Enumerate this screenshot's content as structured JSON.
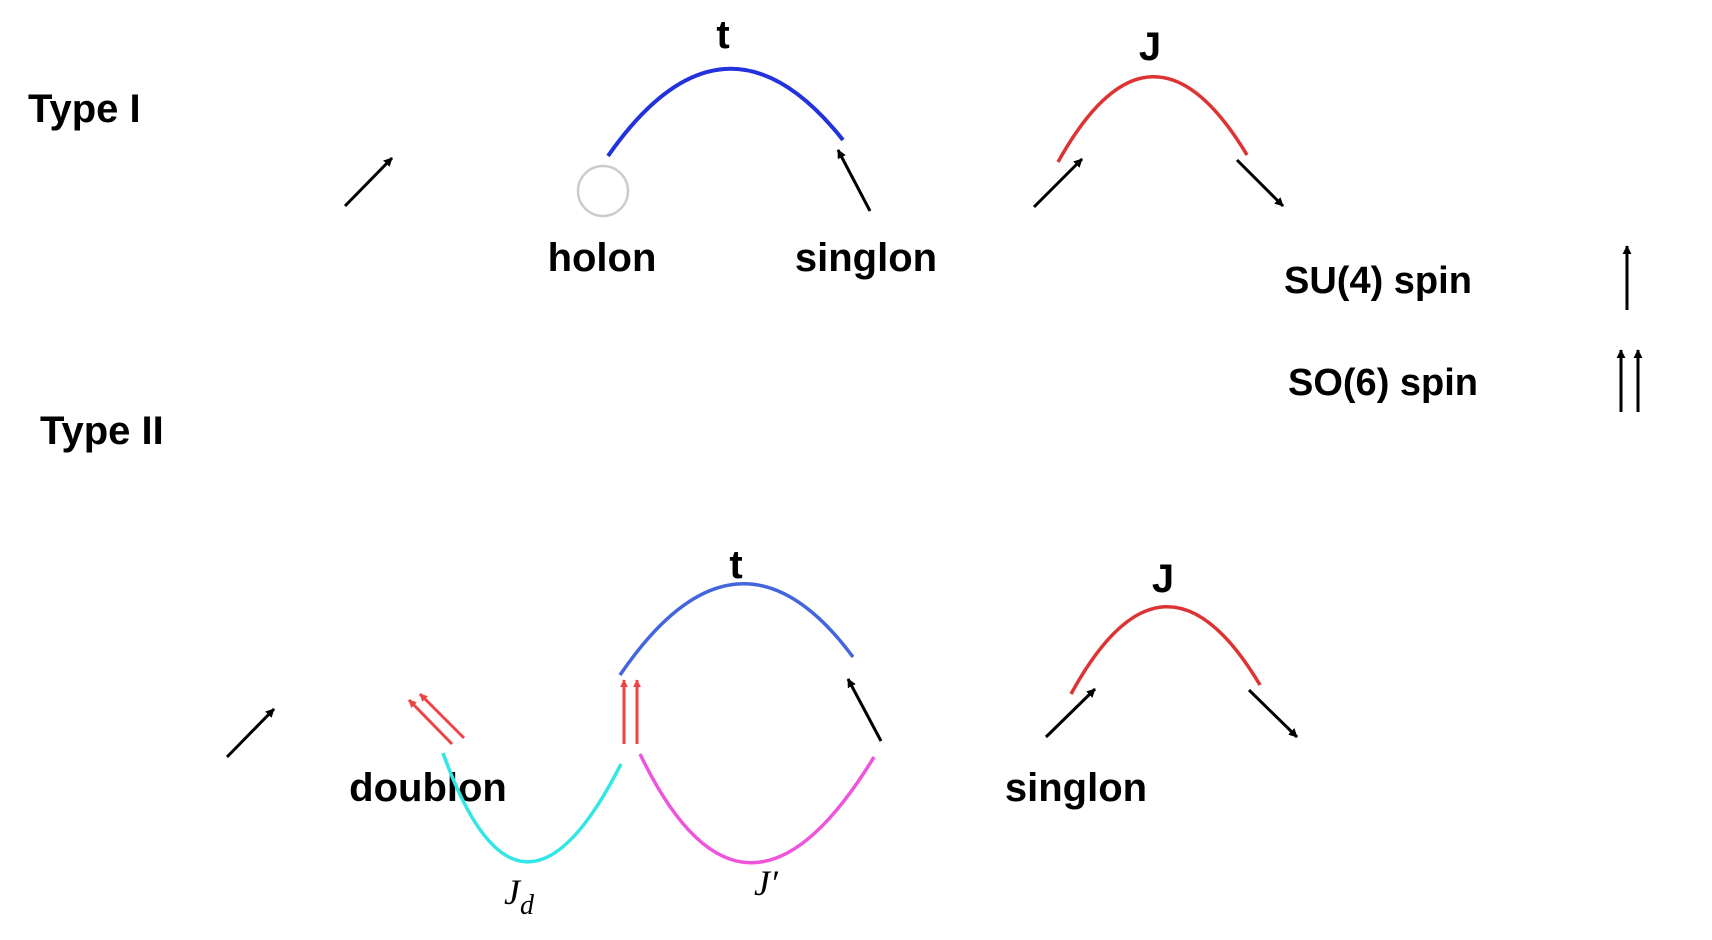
{
  "type1": {
    "title": "Type I",
    "hop_label": "t",
    "exchange_label": "J",
    "holon_label": "holon",
    "singlon_label": "singlon"
  },
  "type2": {
    "title": "Type II",
    "hop_label": "t",
    "exchange_label": "J",
    "doublon_label": "doublon",
    "singlon_label": "singlon",
    "jd_main": "J",
    "jd_sub": "d",
    "jprime": "J′"
  },
  "legend": {
    "su4_label": "SU(4) spin",
    "so6_label": "SO(6) spin"
  },
  "colors": {
    "hop_type1": "#2233dd",
    "hop_type2": "#4466dd",
    "exchange": "#dd3333",
    "doublon_arrow": "#ee4444",
    "jd_arc": "#33e6e6",
    "jprime_arc": "#ee55dd",
    "holon_circle": "#cccccc",
    "spin_arrow": "#000000"
  }
}
